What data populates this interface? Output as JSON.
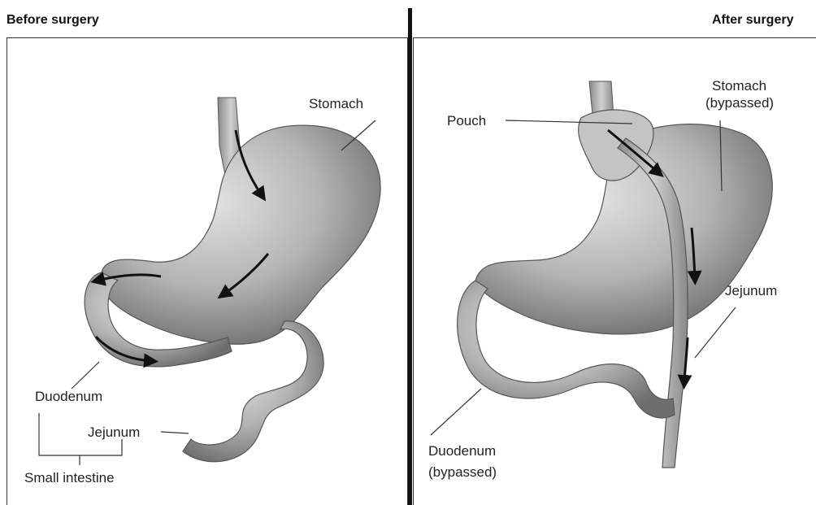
{
  "headings": {
    "before": "Before surgery",
    "after": "After surgery"
  },
  "before": {
    "stomach": "Stomach",
    "duodenum": "Duodenum",
    "jejunum": "Jejunum",
    "small_intestine": "Small intestine"
  },
  "after": {
    "pouch": "Pouch",
    "stomach_line1": "Stomach",
    "stomach_line2": "(bypassed)",
    "jejunum": "Jejunum",
    "duodenum_line1": "Duodenum",
    "duodenum_line2": "(bypassed)"
  }
}
